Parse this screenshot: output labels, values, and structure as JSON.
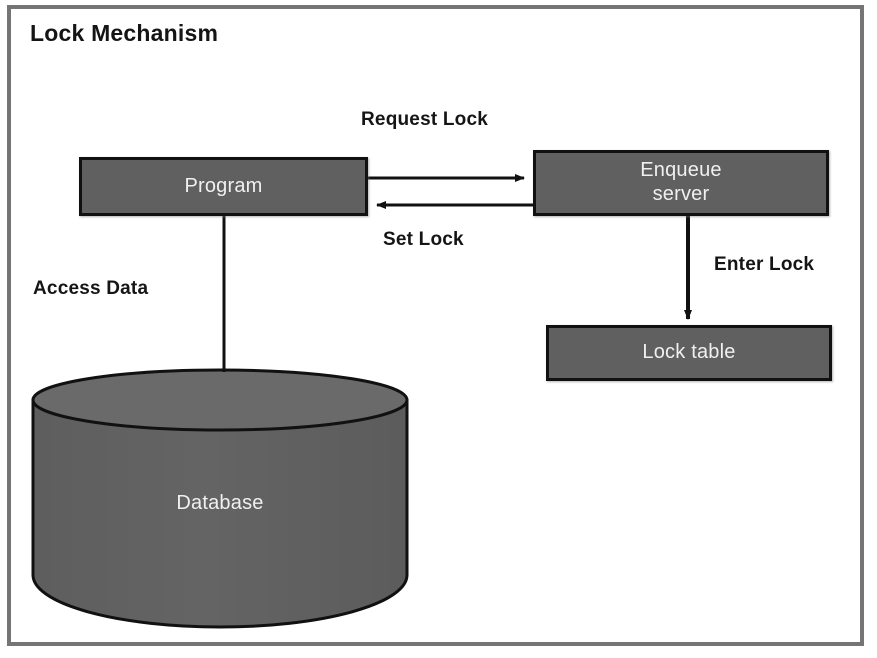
{
  "diagram": {
    "title": "Lock Mechanism",
    "type": "flow-diagram",
    "frame_color": "#757575",
    "node_fill": "#606060",
    "node_border": "#111111",
    "node_text_color": "#f0f0f0",
    "label_text_color": "#151515",
    "background": "#ffffff",
    "nodes": [
      {
        "id": "program",
        "label": "Program",
        "shape": "rectangle"
      },
      {
        "id": "enqueue",
        "label": "Enqueue\nserver",
        "shape": "rectangle",
        "line1": "Enqueue",
        "line2": "server"
      },
      {
        "id": "locktable",
        "label": "Lock table",
        "shape": "rectangle"
      },
      {
        "id": "database",
        "label": "Database",
        "shape": "cylinder"
      }
    ],
    "edges": [
      {
        "id": "request-lock",
        "label": "Request Lock",
        "from": "program",
        "to": "enqueue",
        "direction": "right",
        "arrow": true
      },
      {
        "id": "set-lock",
        "label": "Set Lock",
        "from": "enqueue",
        "to": "program",
        "direction": "left",
        "arrow": true
      },
      {
        "id": "enter-lock",
        "label": "Enter Lock",
        "from": "enqueue",
        "to": "locktable",
        "direction": "down",
        "arrow": true
      },
      {
        "id": "access-data",
        "label": "Access Data",
        "from": "program",
        "to": "database",
        "direction": "down",
        "arrow": false
      }
    ]
  }
}
